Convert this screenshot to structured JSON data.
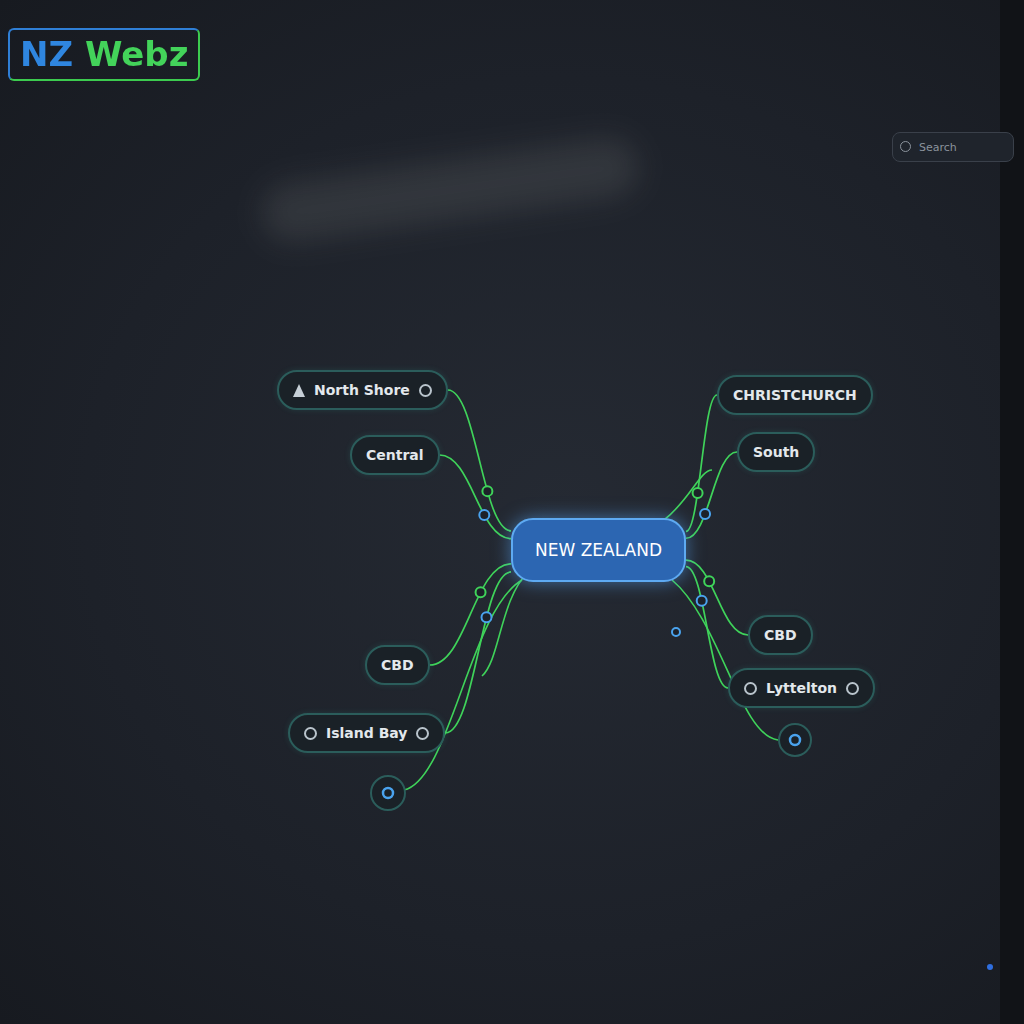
{
  "diagram": {
    "nodes": [
      {
        "text": [
          "North Shore"
        ]
      },
      {
        "text": [
          "CHRISTCHURCH"
        ]
      },
      {
        "text": [
          "Central"
        ]
      },
      {
        "text": [
          "South"
        ]
      },
      {
        "text": [
          "NEW ZEALAND"
        ]
      },
      {
        "text": [
          "CBD"
        ]
      },
      {
        "text": [
          "CBD"
        ]
      },
      {
        "text": [
          "Lyttelton"
        ]
      },
      {
        "text": [
          "Island Bay"
        ]
      }
    ],
    "edges": [
      {
        "from": 4,
        "to": 0,
        "arrow": "none"
      },
      {
        "from": 4,
        "to": 2,
        "arrow": "none"
      },
      {
        "from": 4,
        "to": 6,
        "arrow": "none"
      },
      {
        "from": 4,
        "to": 8,
        "arrow": "none"
      },
      {
        "from": 4,
        "to": 1,
        "arrow": "none"
      },
      {
        "from": 4,
        "to": 3,
        "arrow": "none"
      },
      {
        "from": 4,
        "to": 5,
        "arrow": "none"
      },
      {
        "from": 4,
        "to": 7,
        "arrow": "none"
      }
    ],
    "labels": [
      "NZ Webz",
      "Search"
    ]
  }
}
